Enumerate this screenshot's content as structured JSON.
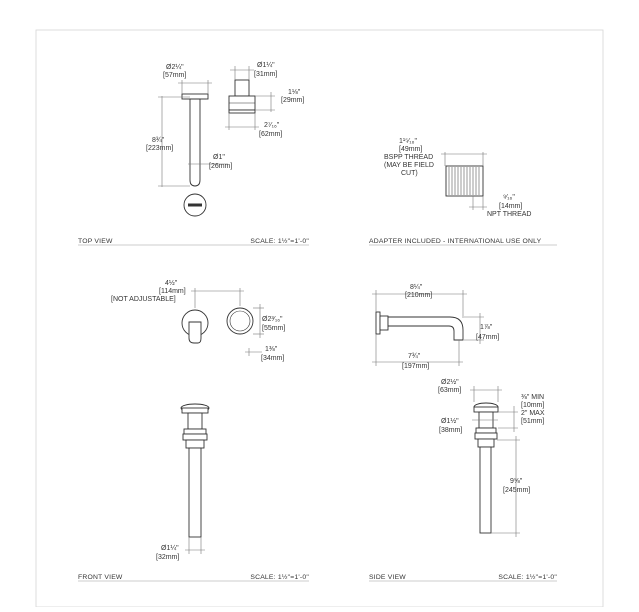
{
  "top_view": {
    "title": "TOP VIEW",
    "scale": "SCALE: 1½\"=1'-0\"",
    "dim_flange_dia": [
      "Ø2¼\"",
      "[57mm]"
    ],
    "dim_spout_len": [
      "8¾\"",
      "[223mm]"
    ],
    "dim_spout_dia": [
      "Ø1\"",
      "[26mm]"
    ],
    "dim_handle_dia": [
      "Ø1¼\"",
      "[31mm]"
    ],
    "dim_handle_h": [
      "1⅛\"",
      "[29mm]"
    ],
    "dim_handle_depth": [
      "2⁷⁄₁₆\"",
      "[62mm]"
    ]
  },
  "adapter": {
    "title": "ADAPTER INCLUDED - INTERNATIONAL USE ONLY",
    "dim_bspp": [
      "1¹⁵⁄₁₆\"",
      "[49mm]",
      "BSPP THREAD",
      "(MAY BE FIELD",
      "CUT)"
    ],
    "dim_npt": [
      "⁹⁄₁₆\"",
      "[14mm]",
      "NPT THREAD"
    ]
  },
  "front_view": {
    "title": "FRONT VIEW",
    "scale": "SCALE: 1½\"=1'-0\"",
    "dim_spacing": [
      "4½\"",
      "[114mm]",
      "[NOT ADJUSTABLE]"
    ],
    "dim_handle_dia": [
      "Ø2³⁄₁₆\"",
      "[55mm]"
    ],
    "dim_handle_h": [
      "1⅜\"",
      "[34mm]"
    ],
    "dim_drain_dia": [
      "Ø1¼\"",
      "[32mm]"
    ]
  },
  "side_view": {
    "title": "SIDE VIEW",
    "scale": "SCALE: 1½\"=1'-0\"",
    "dim_spout_reach": [
      "8¼\"",
      "[210mm]"
    ],
    "dim_spout_drop": [
      "1⅞\"",
      "[47mm]"
    ],
    "dim_spout_base": [
      "7¾\"",
      "[197mm]"
    ],
    "dim_cap_dia": [
      "Ø2½\"",
      "[63mm]"
    ],
    "dim_body_dia": [
      "Ø1½\"",
      "[38mm]"
    ],
    "dim_deck": [
      "⅜\" MIN",
      "[10mm]",
      "2\" MAX",
      "[51mm]"
    ],
    "dim_drain_len": [
      "9⅝\"",
      "[245mm]"
    ]
  }
}
